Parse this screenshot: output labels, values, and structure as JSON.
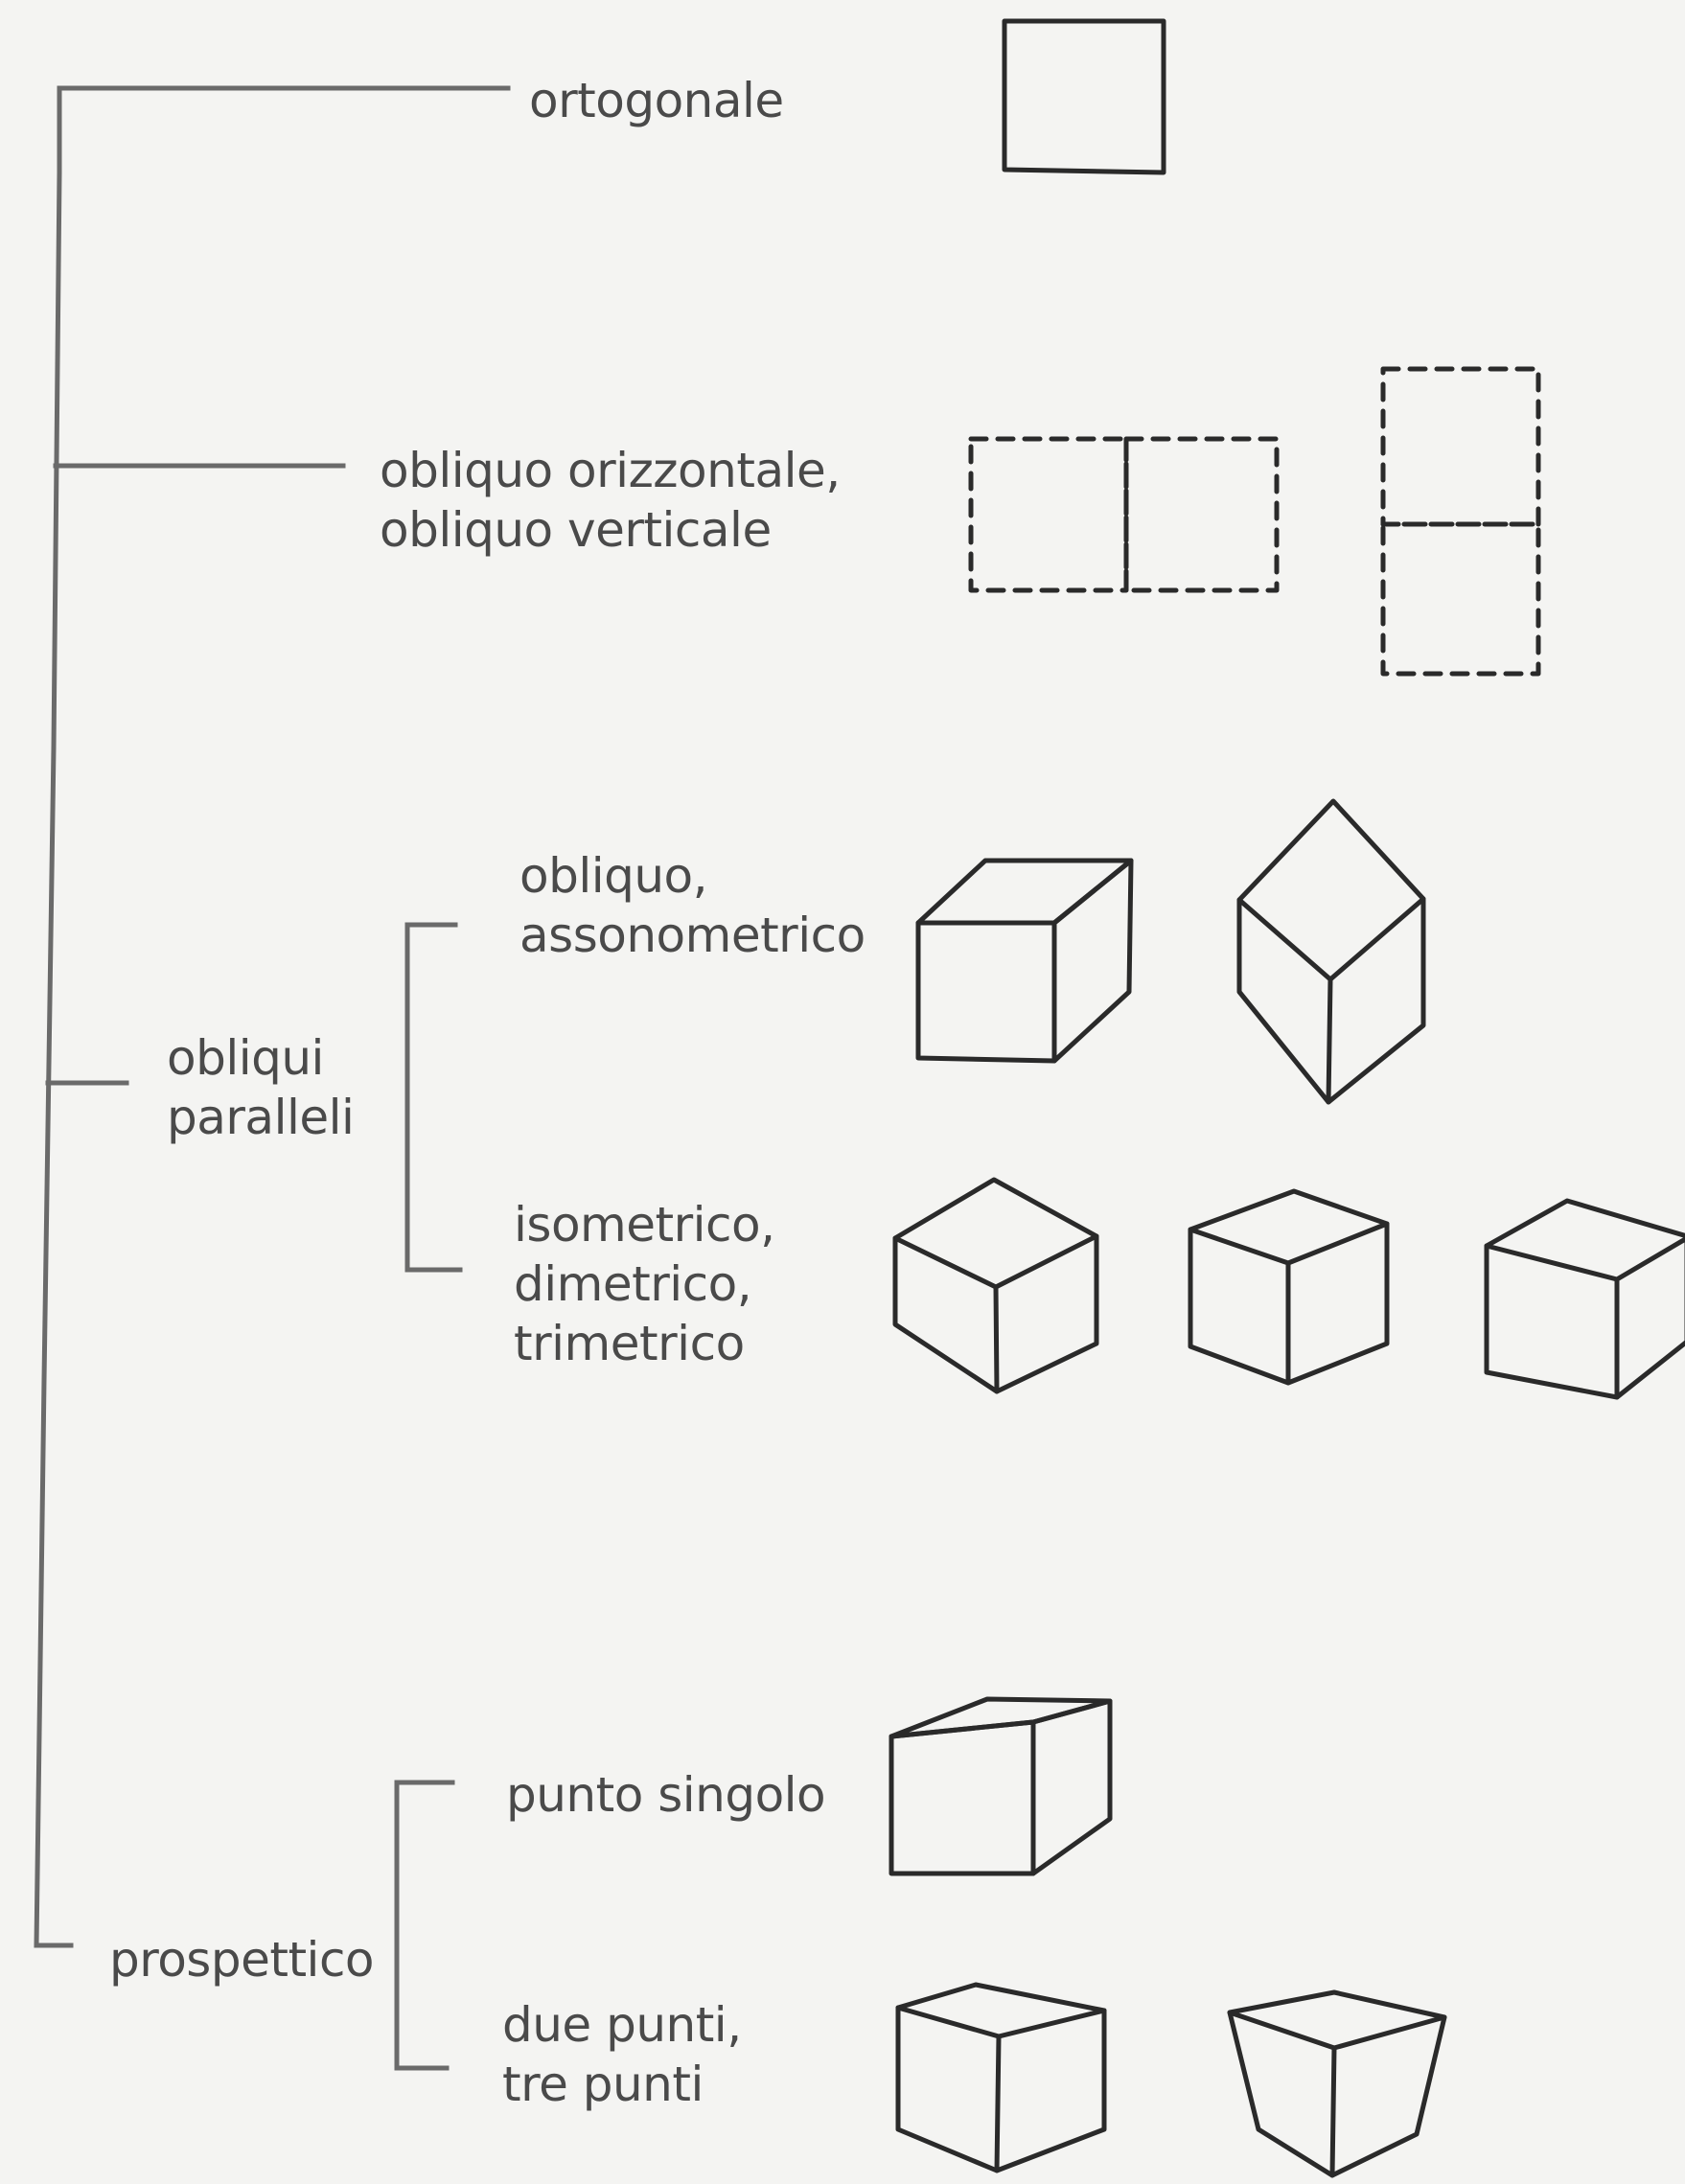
{
  "tree": {
    "ortogonale": {
      "lines": [
        "ortogonale"
      ]
    },
    "obliquo_orizz": {
      "lines": [
        "obliquo orizzontale,",
        "obliquo verticale"
      ]
    },
    "obliqui_paralleli": {
      "lines": [
        "obliqui",
        "paralleli"
      ],
      "children": {
        "obliquo_assono": {
          "lines": [
            "obliquo,",
            "assonometrico"
          ]
        },
        "isometrico": {
          "lines": [
            "isometrico,",
            "dimetrico,",
            "trimetrico"
          ]
        }
      }
    },
    "prospettico": {
      "lines": [
        "prospettico"
      ],
      "children": {
        "punto_singolo": {
          "lines": [
            "punto singolo"
          ]
        },
        "due_punti": {
          "lines": [
            "due punti,",
            "tre punti"
          ]
        }
      }
    }
  },
  "colors": {
    "background": "#f4f4f2",
    "tree_line": "#6a6a6a",
    "drawing_stroke": "#2a2a2a",
    "label_text": "#4a4a4a"
  }
}
